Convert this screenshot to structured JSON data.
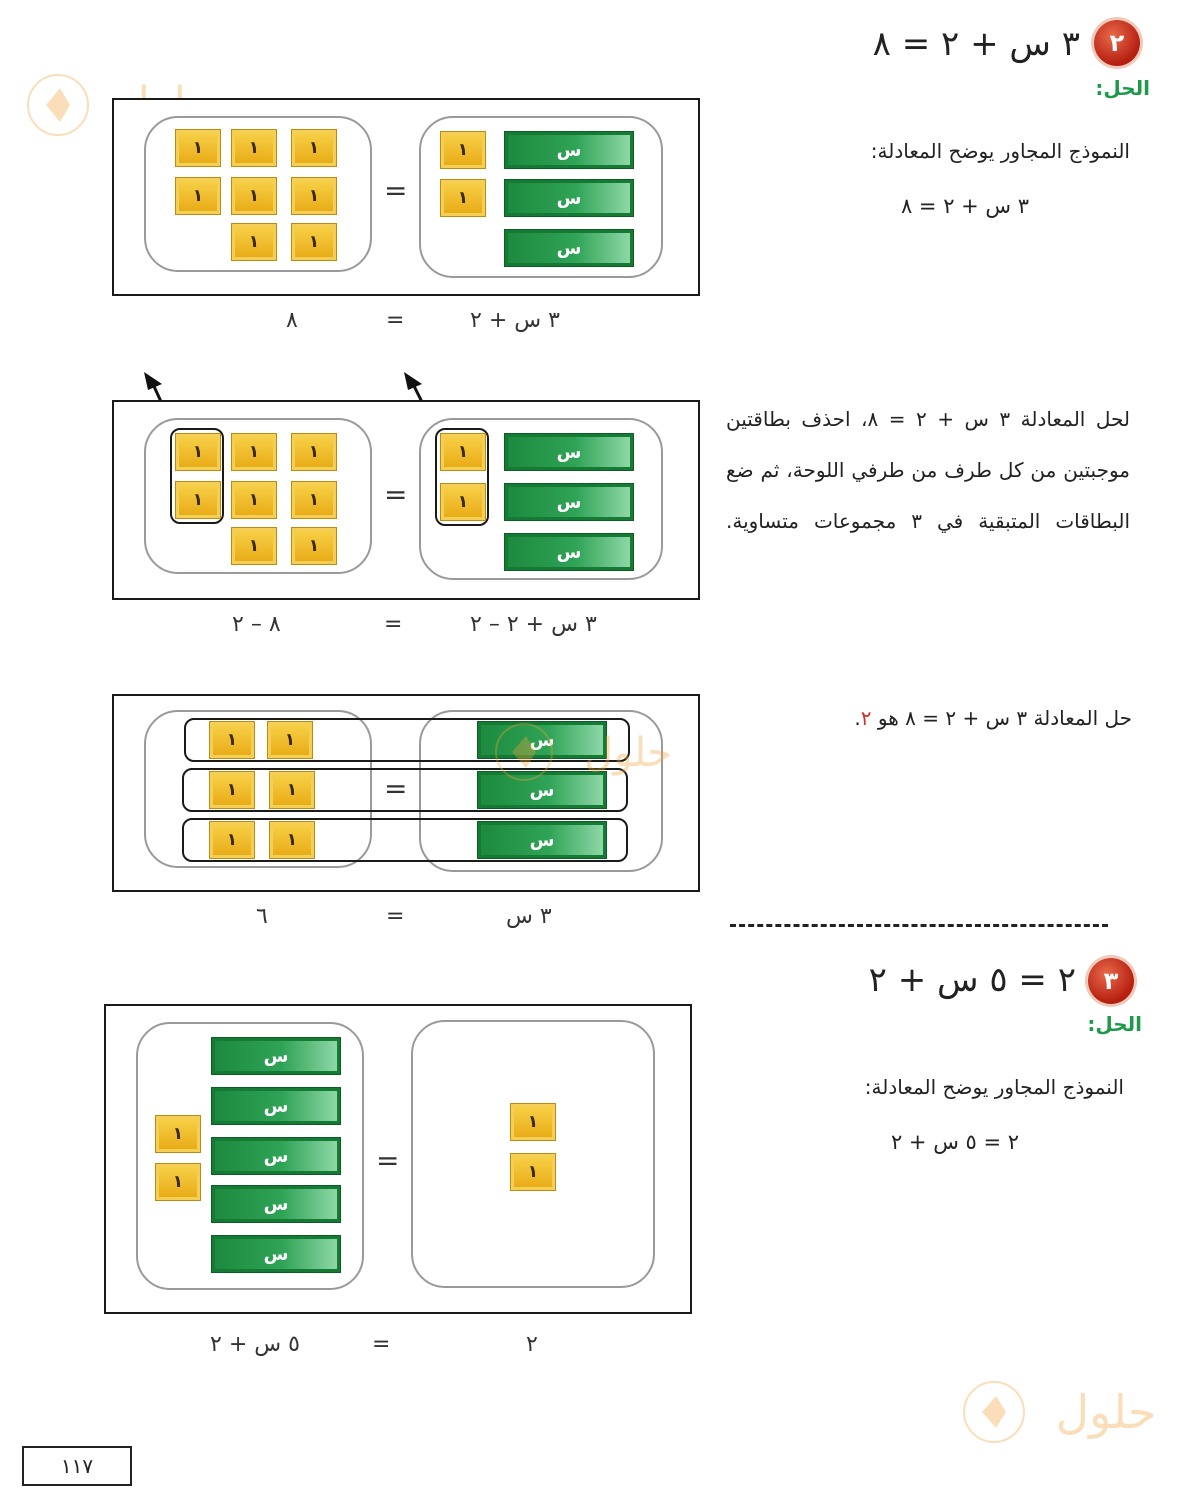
{
  "q2": {
    "number": "٢",
    "equation": "٣ س + ٢ = ٨",
    "solution_label": "الحل:",
    "intro_text": "النموذج المجاور يوضح المعادلة:",
    "intro_equation": "٣ س + ٢ = ٨",
    "step_text": "لحل المعادلة ٣ س + ٢ = ٨، احذف بطاقتين موجبتين من كل طرف من طرفي اللوحة، ثم ضع البطاقات المتبقية في ٣ مجموعات متساوية.",
    "answer_prefix": "حل المعادلة ٣ س + ٢ = ٨ هو",
    "answer_value": "٢",
    "answer_suffix": "."
  },
  "q3": {
    "number": "٣",
    "equation": "٢ = ٥ س + ٢",
    "solution_label": "الحل:",
    "intro_text": "النموذج المجاور يوضح المعادلة:",
    "intro_equation": "٢ = ٥ س + ٢"
  },
  "tiles": {
    "one": "١",
    "x": "س",
    "equals": "="
  },
  "model1": {
    "left_label": "٨",
    "equals": "=",
    "right_label": "٣ س + ٢"
  },
  "model2": {
    "left_label": "٨ – ٢",
    "equals": "=",
    "right_label": "٣ س + ٢ – ٢"
  },
  "model3": {
    "left_label": "٦",
    "equals": "=",
    "right_label": "٣ س"
  },
  "model4": {
    "left_label": "٥ س + ٢",
    "equals": "=",
    "right_label": "٢"
  },
  "page_number": "١١٧",
  "watermark_text": "حلول",
  "colors": {
    "unit_tile": "#f0b92a",
    "x_tile": "#249a4a",
    "solution_label": "#1f9a4a",
    "answer": "#d0312d",
    "badge": "#c42a18"
  }
}
